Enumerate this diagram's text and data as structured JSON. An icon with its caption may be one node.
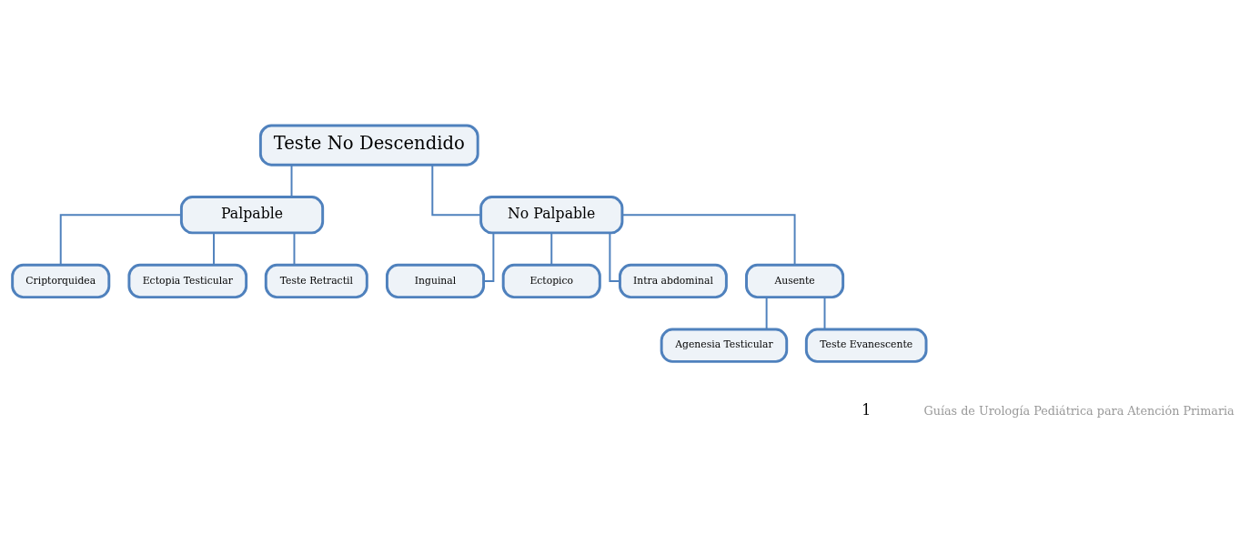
{
  "diagram": {
    "nodes": [
      {
        "text": [
          "Teste No Descendido"
        ]
      },
      {
        "text": [
          "Palpable"
        ]
      },
      {
        "text": [
          "No Palpable"
        ]
      },
      {
        "text": [
          "Criptorquidea"
        ]
      },
      {
        "text": [
          "Ectopia Testicular"
        ]
      },
      {
        "text": [
          "Teste Retractil"
        ]
      },
      {
        "text": [
          "Inguinal"
        ]
      },
      {
        "text": [
          "Ectopico"
        ]
      },
      {
        "text": [
          "Intra abdominal"
        ]
      },
      {
        "text": [
          "Ausente"
        ]
      },
      {
        "text": [
          "Agenesia Testicular"
        ]
      },
      {
        "text": [
          "Teste Evanescente"
        ]
      }
    ],
    "edges": [
      {
        "from": 0,
        "to": 1,
        "arrow": "none"
      },
      {
        "from": 0,
        "to": 2,
        "arrow": "none"
      },
      {
        "from": 1,
        "to": 3,
        "arrow": "none"
      },
      {
        "from": 1,
        "to": 4,
        "arrow": "none"
      },
      {
        "from": 1,
        "to": 5,
        "arrow": "none"
      },
      {
        "from": 2,
        "to": 6,
        "arrow": "none"
      },
      {
        "from": 2,
        "to": 7,
        "arrow": "none"
      },
      {
        "from": 2,
        "to": 8,
        "arrow": "none"
      },
      {
        "from": 2,
        "to": 9,
        "arrow": "none"
      },
      {
        "from": 9,
        "to": 10,
        "arrow": "none"
      },
      {
        "from": 9,
        "to": 11,
        "arrow": "none"
      }
    ],
    "labels": [
      "1",
      "Guías de Urología Pediátrica para Atención Primaria"
    ]
  }
}
